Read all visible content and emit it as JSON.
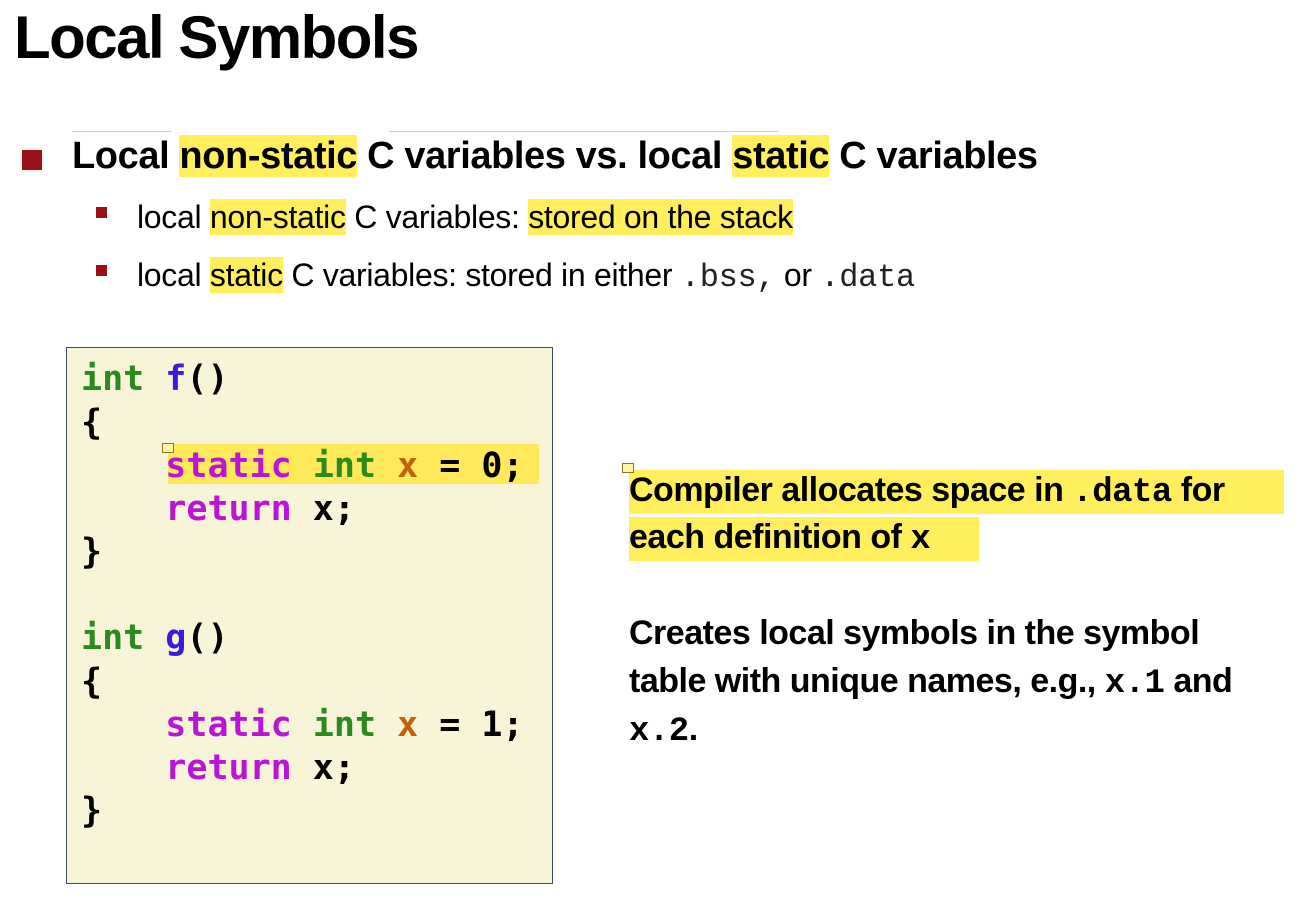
{
  "title": "Local Symbols",
  "bullet1": {
    "t1": "Local ",
    "hl1": "non-static",
    "t2": " C variables vs. local ",
    "hl2": "static",
    "t3": " C variables"
  },
  "sub1": {
    "t1": "local ",
    "hl1": "non-static",
    "t2": " C variables: ",
    "hl2": "stored on the stack"
  },
  "sub2": {
    "t1": "local ",
    "hl1": "static",
    "t2": " C variables: stored in either ",
    "m1": ".bss,",
    "t3": " or ",
    "m2": ".data"
  },
  "code": {
    "l1_kw": "int",
    "l1_fn": "f",
    "l1_rest": "()",
    "l2": "{",
    "l3_kw2": "static",
    "l3_kw": "int",
    "l3_var": "x",
    "l3_rest": " = 0;",
    "l4_kw2": "return",
    "l4_rest": " x;",
    "l5": "}",
    "l7_kw": "int",
    "l7_fn": "g",
    "l7_rest": "()",
    "l8": "{",
    "l9_kw2": "static",
    "l9_kw": "int",
    "l9_var": "x",
    "l9_rest": " = 1;",
    "l10_kw2": "return",
    "l10_rest": " x;",
    "l11": "}"
  },
  "note1": {
    "t1": "Compiler allocates space in ",
    "m1": ".data",
    "t2": " for",
    "t3": "each definition of ",
    "m2": "x"
  },
  "note2": {
    "l1": "Creates local symbols in the symbol",
    "t1": "table with unique names, e.g., ",
    "m1": "x.1",
    "t2": " and",
    "m2": "x.2",
    "t3": "."
  }
}
